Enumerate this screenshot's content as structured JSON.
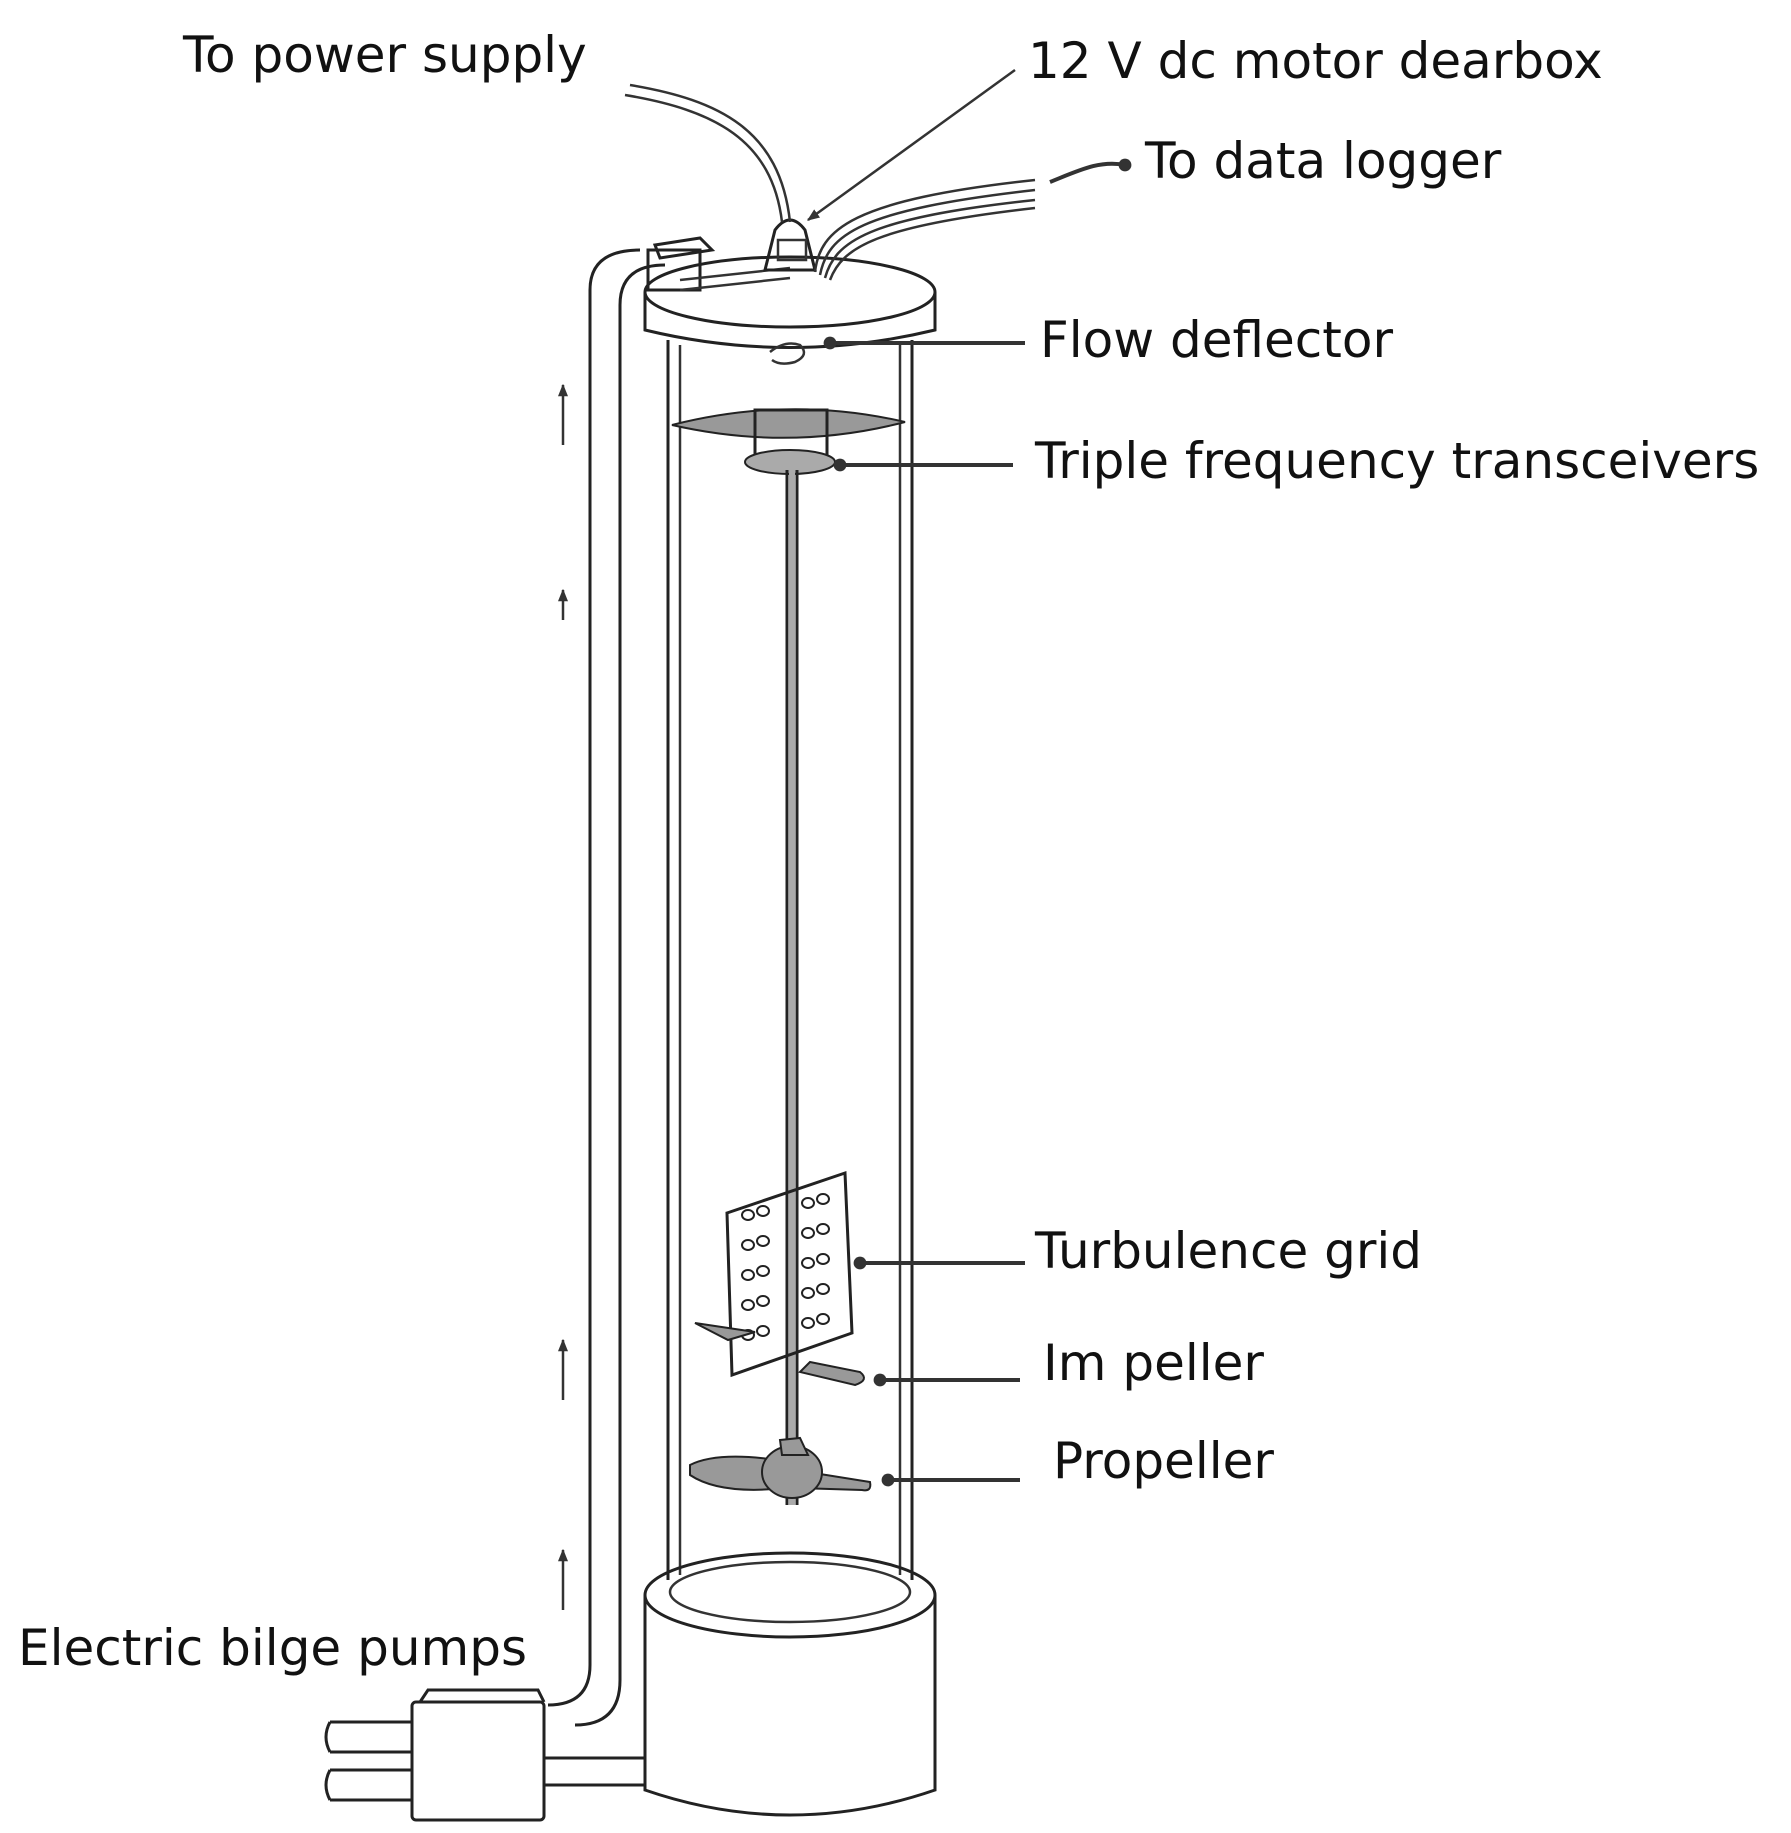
{
  "labels": {
    "power_supply": "To power supply",
    "motor_gearbox": "12 V  dc motor dearbox",
    "data_logger": "To data logger",
    "flow_deflector": "Flow deflector",
    "transceivers": "Triple frequency transceivers",
    "turbulence_grid": "Turbulence grid",
    "impeller": "Im peller",
    "propeller": "Propeller",
    "bilge_pumps": "Electric bilge pumps"
  },
  "colors": {
    "line": "#222222",
    "fill_grey": "#999999",
    "background": "#ffffff"
  }
}
